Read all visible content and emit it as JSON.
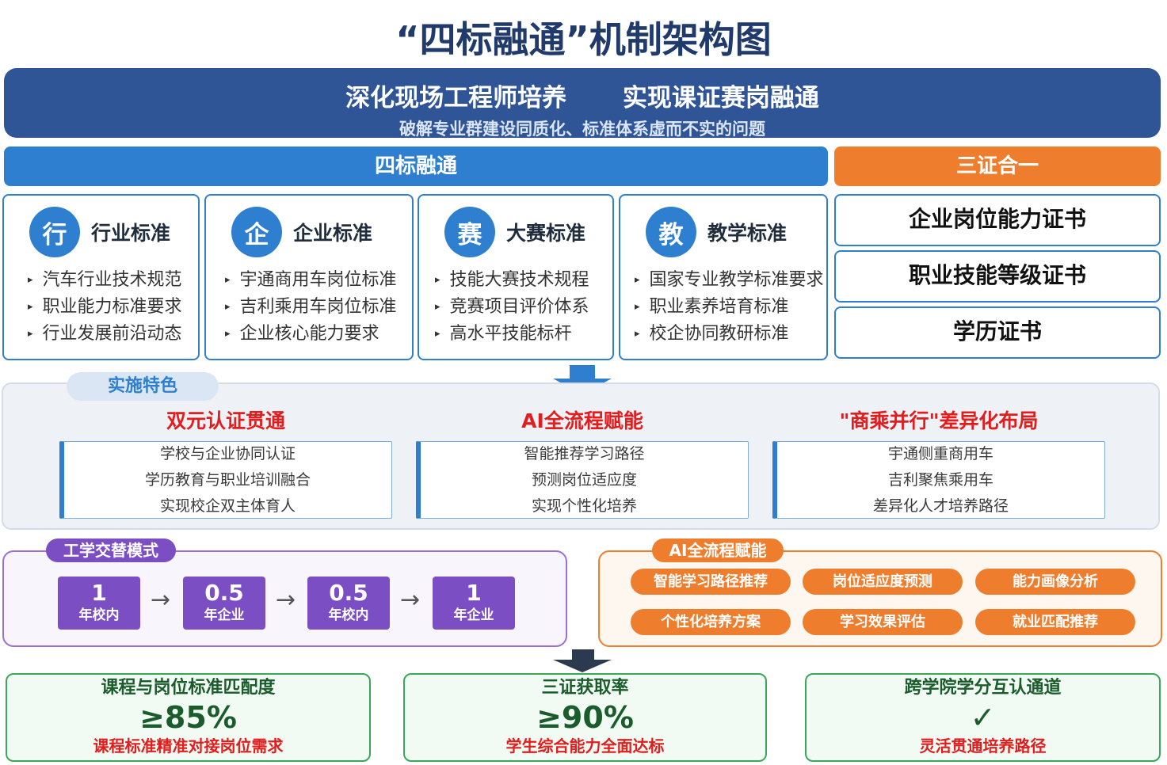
{
  "title": "“四标融通”机制架构图",
  "banner": {
    "main_left": "深化现场工程师培养",
    "main_right": "实现课证赛岗融通",
    "sub": "破解专业群建设同质化、标准体系虚而不实的问题"
  },
  "four_standards": {
    "header": "四标融通",
    "cards": [
      {
        "char": "行",
        "title": "行业标准",
        "items": [
          "汽车行业技术规范",
          "职业能力标准要求",
          "行业发展前沿动态"
        ]
      },
      {
        "char": "企",
        "title": "企业标准",
        "items": [
          "宇通商用车岗位标准",
          "吉利乘用车岗位标准",
          "企业核心能力要求"
        ]
      },
      {
        "char": "赛",
        "title": "大赛标准",
        "items": [
          "技能大赛技术规程",
          "竞赛项目评价体系",
          "高水平技能标杆"
        ]
      },
      {
        "char": "教",
        "title": "教学标准",
        "items": [
          "国家专业教学标准要求",
          "职业素养培育标准",
          "校企协同教研标准"
        ]
      }
    ]
  },
  "three_certs": {
    "header": "三证合一",
    "items": [
      "企业岗位能力证书",
      "职业技能等级证书",
      "学历证书"
    ]
  },
  "features": {
    "tag": "实施特色",
    "columns": [
      {
        "title": "双元认证贯通",
        "items": [
          "学校与企业协同认证",
          "学历教育与职业培训融合",
          "实现校企双主体育人"
        ]
      },
      {
        "title": "AI全流程赋能",
        "items": [
          "智能推荐学习路径",
          "预测岗位适应度",
          "实现个性化培养"
        ]
      },
      {
        "title": "\"商乘并行\"差异化布局",
        "items": [
          "宇通侧重商用车",
          "吉利聚焦乘用车",
          "差异化人才培养路径"
        ]
      }
    ]
  },
  "work_study": {
    "tag": "工学交替模式",
    "stages": [
      {
        "num": "1",
        "unit": "年校内"
      },
      {
        "num": "0.5",
        "unit": "年企业"
      },
      {
        "num": "0.5",
        "unit": "年校内"
      },
      {
        "num": "1",
        "unit": "年企业"
      }
    ],
    "arrow": "→"
  },
  "ai_panel": {
    "tag": "AI全流程赋能",
    "items": [
      "智能学习路径推荐",
      "岗位适应度预测",
      "能力画像分析",
      "个性化培养方案",
      "学习效果评估",
      "就业匹配推荐"
    ]
  },
  "metrics": [
    {
      "label": "课程与岗位标准匹配度",
      "value": "≥85%",
      "note": "课程标准精准对接岗位需求"
    },
    {
      "label": "三证获取率",
      "value": "≥90%",
      "note": "学生综合能力全面达标"
    },
    {
      "label": "跨学院学分互认通道",
      "value": "✓",
      "note": "灵活贯通培养路径"
    }
  ],
  "colors": {
    "navy": "#2f5597",
    "blue": "#2e7fd0",
    "orange": "#ee7e2e",
    "purple": "#7b4fc3",
    "green": "#3aa858",
    "red": "#e21d1d"
  }
}
